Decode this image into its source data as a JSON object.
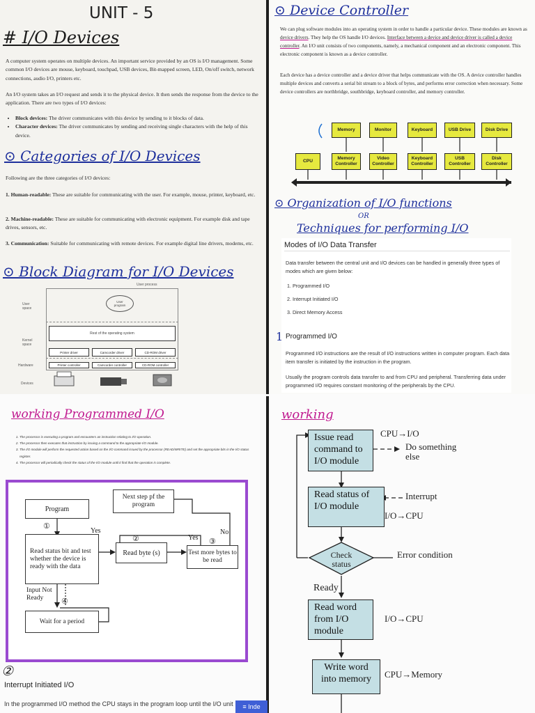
{
  "left_top": {
    "unit_title": "UNIT - 5",
    "heading_io": "# I/O Devices",
    "intro_p1": "A computer system operates on multiple devices. An important service provided by an OS is I/O management. Some common I/O devices are mouse, keyboard, touchpad, USB devices, Bit-mapped screen, LED, On/off switch, network connections, audio I/O, printers etc.",
    "intro_p2": "An I/O system takes an I/O request and sends it to the physical device. It then sends the response from the device to the application. There are two types of I/O devices:",
    "bullets": [
      {
        "term": "Block devices:",
        "text": "The driver communicates with this device by sending to it blocks of data."
      },
      {
        "term": "Character devices:",
        "text": "The driver communicates by sending and receiving single characters with the help of this device."
      }
    ],
    "heading_categories": "⊙ Categories of I/O Devices",
    "categories_intro": "Following are the three categories of I/O devices:",
    "categories": [
      {
        "term": "1. Human-readable:",
        "text": "These are suitable for communicating with the user. For example, mouse, printer, keyboard, etc."
      },
      {
        "term": "2. Machine-readable:",
        "text": "These are suitable for communicating with electronic equipment. For example disk and tape drives, sensors, etc."
      },
      {
        "term": "3. Communication:",
        "text": "Suitable for communicating with remote devices. For example digital line drivers, modems, etc."
      }
    ],
    "heading_block": "⊙ Block Diagram for I/O Devices",
    "block_diagram": {
      "user_process": "User process",
      "user_space": "User space",
      "user_program": "User program",
      "kernel_space": "Kernel space",
      "rest_os": "Rest of the operating system",
      "drivers": [
        "Printer driver",
        "Camcorder driver",
        "CD-ROM driver"
      ],
      "hardware": "Hardware",
      "controllers": [
        "Printer controller",
        "Camcorder controller",
        "CD-ROM controller"
      ],
      "devices": "Devices"
    }
  },
  "right_top": {
    "heading_controller": "⊙ Device Controller",
    "p1_a": "We can plug software modules into an operating system in order to handle a particular device. These modules are known as ",
    "p1_u1": "device drivers",
    "p1_b": ". They help the OS handle I/O devices. ",
    "p1_u2": "Interface between a device and device driver is called a device controller",
    "p1_c": ". An I/O unit consists of two components, namely, a mechanical component and an electronic component. This electronic component is known as a device controller.",
    "p2": "Each device has a device controller and a device driver that helps communicate with the OS. A device controller handles multiple devices and converts a serial bit stream to a block of bytes, and performs error correction when necessary. Some device controllers are northbridge, southbridge, keyboard controller, and memory controller.",
    "devices_row": [
      "Memory",
      "Monitor",
      "Keyboard",
      "USB Drive",
      "Disk Drive"
    ],
    "cpu": "CPU",
    "controllers_row": [
      "Memory Controller",
      "Video Controller",
      "Keyboard Controller",
      "USB Controller",
      "Disk Controller"
    ],
    "heading_org": "⊙ Organization of I/O functions",
    "heading_or": "OR",
    "heading_tech": "Techniques for performing I/O",
    "modes_title": "Modes of I/O Data Transfer",
    "modes_intro": "Data transfer between the central unit and I/O devices can be handled in generally three types of modes which are given below:",
    "modes": [
      "1.  Programmed I/O",
      "2.  Interrupt Initiated I/O",
      "3.  Direct Memory Access"
    ],
    "prog_num": "1",
    "prog_title": "Programmed I/O",
    "prog_p1": "Programmed I/O instructions are the result of I/O instructions written in computer program. Each data item transfer is initiated by the instruction in the program.",
    "prog_p2": "Usually the program controls data transfer to and from CPU and peripheral. Transferring data under programmed I/O requires constant monitoring of the peripherals by the CPU."
  },
  "left_bottom": {
    "heading": "working Programmed I/O",
    "steps": [
      "The processor is executing a program and encounters an instruction relating to I/O operation.",
      "The processor then executes that instruction by issuing a command to the appropriate I/O module.",
      "The I/O module will perform the requested action based on the I/O command issued by the processor (READ/WRITE) and set the appropriate bits in the I/O status register.",
      "The processor will periodically check the status of the I/O module until it find that the operation is complete."
    ],
    "flow": {
      "program": "Program",
      "next_step": "Next step pf the program",
      "read_status": "Read status bit and test whether the device is ready with the data",
      "read_byte": "Read byte (s)",
      "test_more": "Test more bytes to be read",
      "input_not_ready": "Input Not Ready",
      "wait": "Wait for a period",
      "yes1": "Yes",
      "yes2": "Yes",
      "no": "No",
      "n1": "①",
      "n2": "②",
      "n3": "③",
      "n4": "④"
    },
    "num2": "②",
    "interrupt_title": "Interrupt Initiated I/O",
    "interrupt_line": "In the programmed I/O method the CPU stays in the program loop until the I/O unit"
  },
  "right_bottom": {
    "heading": "working",
    "box1": "Issue read command to I/O module",
    "lbl1a": "CPU→I/O",
    "lbl1b": "Do something else",
    "box2": "Read status of I/O module",
    "lbl2a": "Interrupt",
    "lbl2b": "I/O→CPU",
    "diamond": "Check status",
    "lbl3": "Error condition",
    "ready": "Ready",
    "box3": "Read word from I/O module",
    "lbl4": "I/O→CPU",
    "box4": "Write word into memory",
    "lbl5": "CPU→Memory",
    "index_btn": "≡ Inde"
  },
  "colors": {
    "ink_blue": "#1d2f9c",
    "ink_magenta": "#c0188f",
    "yellow_box": "#e6e93f",
    "blue_box": "#c4dfe4",
    "purple_frame": "#9a4ad0"
  }
}
